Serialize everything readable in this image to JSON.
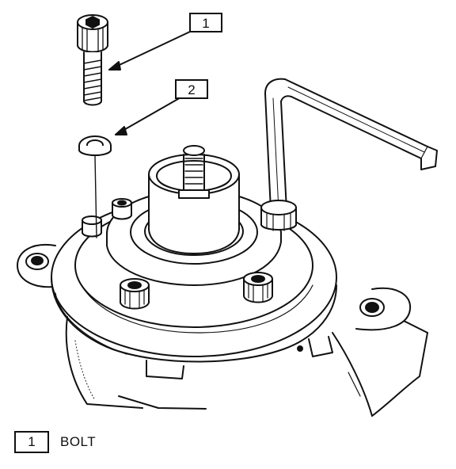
{
  "callouts": [
    {
      "number": "1"
    },
    {
      "number": "2"
    }
  ],
  "legend": [
    {
      "number": "1",
      "label": "BOLT"
    }
  ],
  "colors": {
    "ink": "#111111",
    "paper": "#ffffff",
    "shade": "#d8d8d8"
  }
}
